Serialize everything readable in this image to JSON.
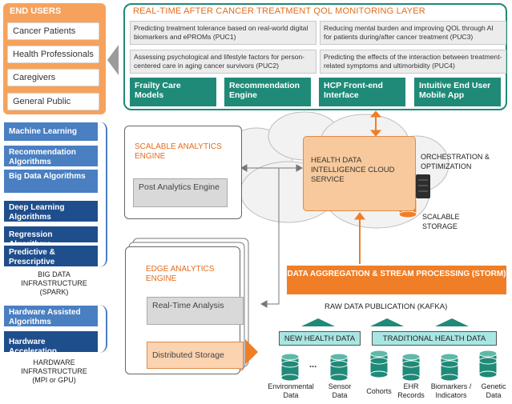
{
  "end_users": {
    "title": "END USERS",
    "items": [
      "Cancer Patients",
      "Health Professionals",
      "Caregivers",
      "General Public"
    ]
  },
  "qol_layer": {
    "title": "REAL-TIME AFTER CANCER TREATMENT QOL MONITORING LAYER",
    "pucs": [
      "Predicting treatment tolerance based on real-world digital biomarkers and ePROMs (PUC1)",
      "Reducing mental burden and improving QOL through AI for patients during/after cancer treatment (PUC3)",
      "Assessing psychological and lifestyle factors for person-centered care in aging cancer survivors (PUC2)",
      "Predicting the effects of the interaction between treatment-related symptoms and ultimorbidity (PUC4)"
    ],
    "components": [
      "Frailty Care Models",
      "Recommendation Engine",
      "HCP Front-end Interface",
      "Intuitive End User Mobile App"
    ]
  },
  "left_stack": {
    "items": [
      "Machine Learning",
      "Recommendation Algorithms",
      "Big Data Algorithms",
      "Deep Learning Algorithms",
      "Regression Algorithms",
      "Predictive & Prescriptive Algorithms"
    ],
    "big_data_caption": "BIG DATA INFRASTRUCTURE (SPARK)",
    "hw_items": [
      "Hardware Assisted Algorithms",
      "Hardware Acceleration"
    ],
    "hw_caption": "HARDWARE INFRASTRUCTURE (MPI or GPU)"
  },
  "scalable_engine": {
    "title": "SCALABLE ANALYTICS ENGINE",
    "box": "Post Analytics Engine"
  },
  "edge_engine": {
    "title": "EDGE ANALYTICS ENGINE",
    "box1": "Real-Time Analysis",
    "box2": "Distributed Storage"
  },
  "hdi": {
    "title": "HEALTH DATA INTELLIGENCE CLOUD SERVICE",
    "orchestration": "ORCHESTRATION & OPTIMIZATION",
    "storage": "SCALABLE STORAGE"
  },
  "aggregation": {
    "title": "DATA AGGREGATION & STREAM PROCESSING (STORM)",
    "kafka": "RAW DATA PUBLICATION (KAFKA)"
  },
  "data_sources": {
    "new_label": "NEW HEALTH DATA",
    "trad_label": "TRADITIONAL HEALTH DATA",
    "ellipsis": "...",
    "new_items": [
      "Environmental Data",
      "Sensor Data"
    ],
    "trad_items": [
      "Cohorts",
      "EHR Records",
      "Biomarkers / Indicators",
      "Genetic Data"
    ]
  },
  "colors": {
    "orange": "#f07e26",
    "teal": "#1f8a78",
    "blue": "#4a7fc1",
    "dark_blue": "#1f4e8c"
  }
}
